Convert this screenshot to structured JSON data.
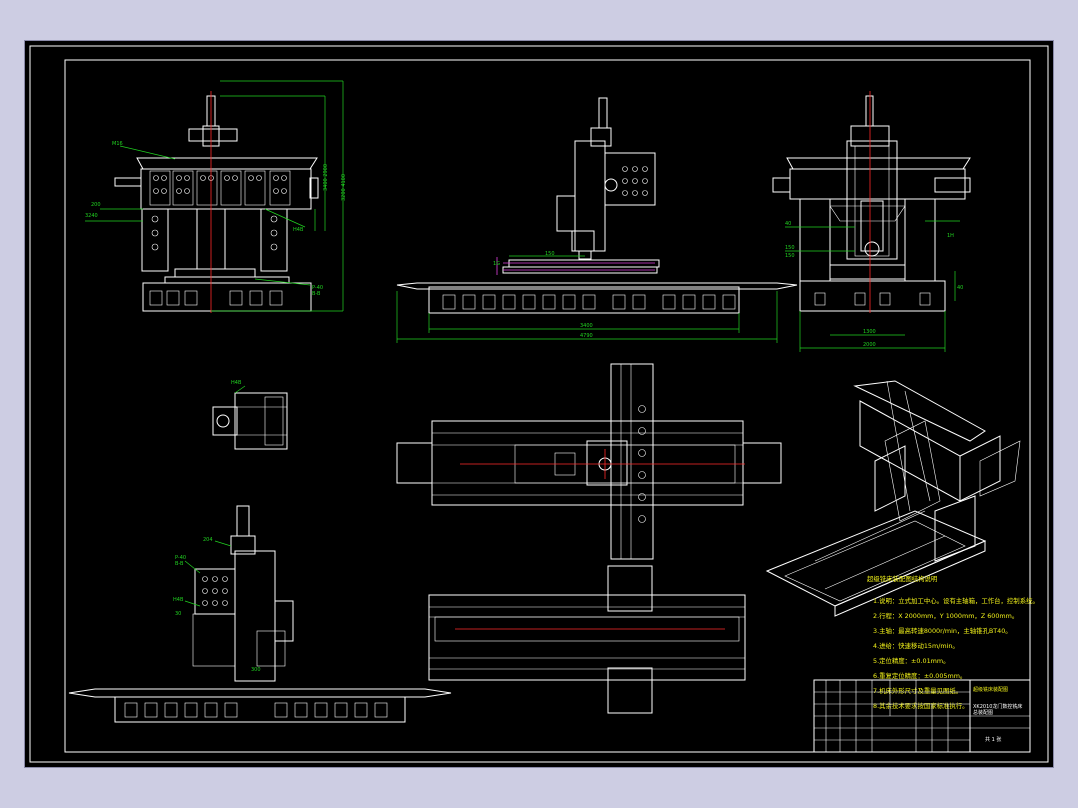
{
  "notes": {
    "title": "超级铣床装配图结构说明",
    "lines": [
      "1.说明：立式加工中心。设有主轴箱，工作台，控制系统。",
      "2.行程：X 2000mm，Y 1000mm，Z 600mm。",
      "3.主轴：最高转速8000r/min，主轴锥孔BT40。",
      "4.进给：快速移动15m/min。",
      "5.定位精度：±0.01mm。",
      "6.重复定位精度：±0.005mm。",
      "7.机床外形尺寸及重量见图纸。",
      "8.其余技术要求按国家标准执行。"
    ]
  },
  "title_block": {
    "drawing_title": "超级铣床装配图",
    "subtitle": "XK2010龙门数控铣床",
    "subtitle2": "总装配图",
    "sheet_label": "共 1 张"
  },
  "colors": {
    "sheet": "#000000",
    "outline": "#ffffff",
    "dimension": "#21d321",
    "centerline": "#ff2a2a",
    "annotation": "#f2f21a",
    "highlight": "#e040e0"
  }
}
